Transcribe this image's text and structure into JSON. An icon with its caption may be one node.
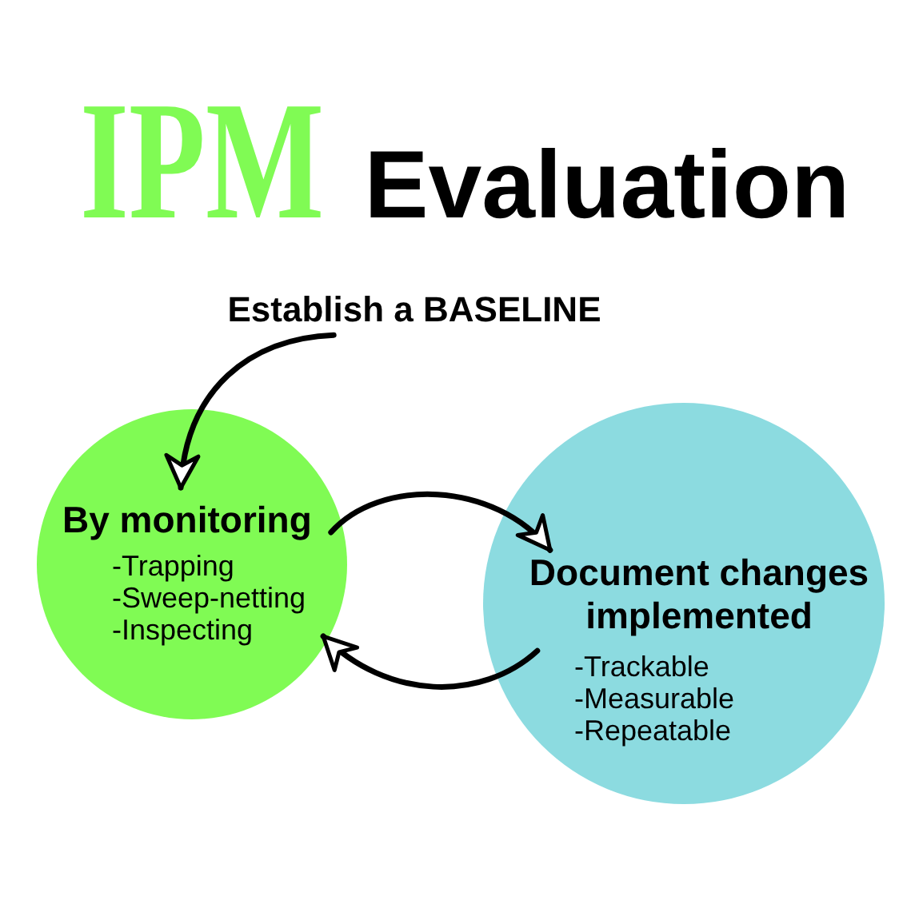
{
  "diagram": {
    "title": "IPM Evaluation",
    "nodes": [
      {
        "text": [
          "Establish a BASELINE"
        ]
      },
      {
        "text": [
          "By monitoring",
          "-Trapping",
          "-Sweep-netting",
          "-Inspecting"
        ]
      },
      {
        "text": [
          "Document changes implemented",
          "-Trackable",
          "-Measurable",
          "-Repeatable"
        ]
      }
    ],
    "edges": [
      {
        "from": 0,
        "to": 1,
        "arrow": "to"
      },
      {
        "from": 1,
        "to": 2,
        "arrow": "to"
      },
      {
        "from": 2,
        "to": 1,
        "arrow": "to"
      }
    ]
  }
}
